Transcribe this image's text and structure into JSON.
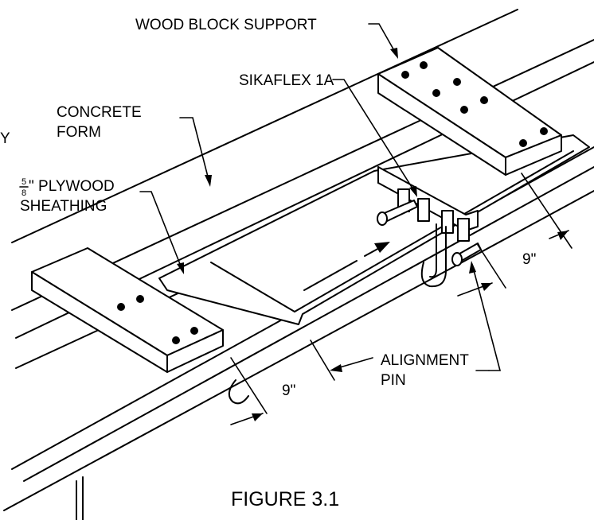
{
  "labels": {
    "wood_block_support": "WOOD BLOCK SUPPORT",
    "sikaflex": "SIKAFLEX 1A",
    "concrete_form_line1": "CONCRETE",
    "concrete_form_line2": "FORM",
    "plywood_frac_num": "5",
    "plywood_frac_den": "8",
    "plywood_line1": "\" PLYWOOD",
    "plywood_line2": "SHEATHING",
    "alignment_pin_line1": "ALIGNMENT",
    "alignment_pin_line2": "PIN",
    "dim_right": "9\"",
    "dim_left": "9\"",
    "edge_fragment": "Y"
  },
  "caption": "FIGURE 3.1"
}
